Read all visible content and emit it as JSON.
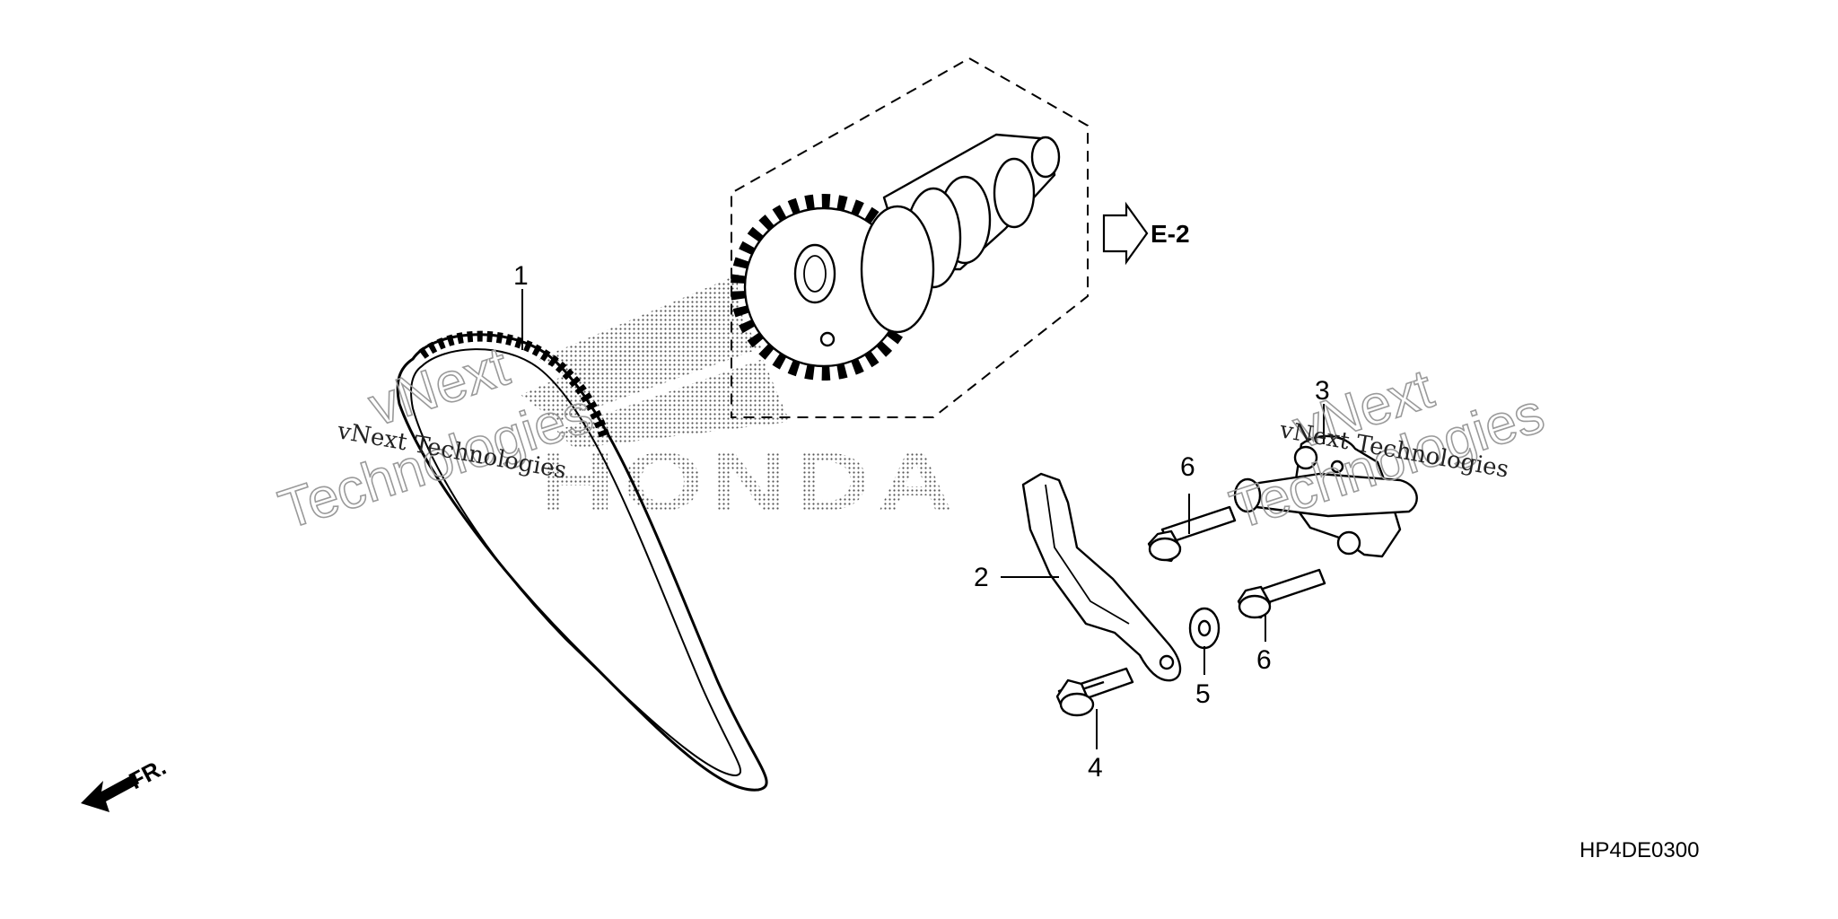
{
  "parts": [
    {
      "callout": "1"
    },
    {
      "callout": "2"
    },
    {
      "callout": "3"
    },
    {
      "callout": "4"
    },
    {
      "callout": "5"
    },
    {
      "callout": "6"
    },
    {
      "callout": "6"
    }
  ],
  "section_ref": "E-2",
  "front_indicator": "FR.",
  "diagram_code": "HP4DE0300",
  "watermark": {
    "serif_text": "vNext Technologies",
    "outline_line1": "vNext",
    "outline_line2": "Technologies",
    "logo_text": "HONDA"
  },
  "colors": {
    "ink": "#000000",
    "watermark": "#9a9a9a",
    "background": "#ffffff"
  }
}
